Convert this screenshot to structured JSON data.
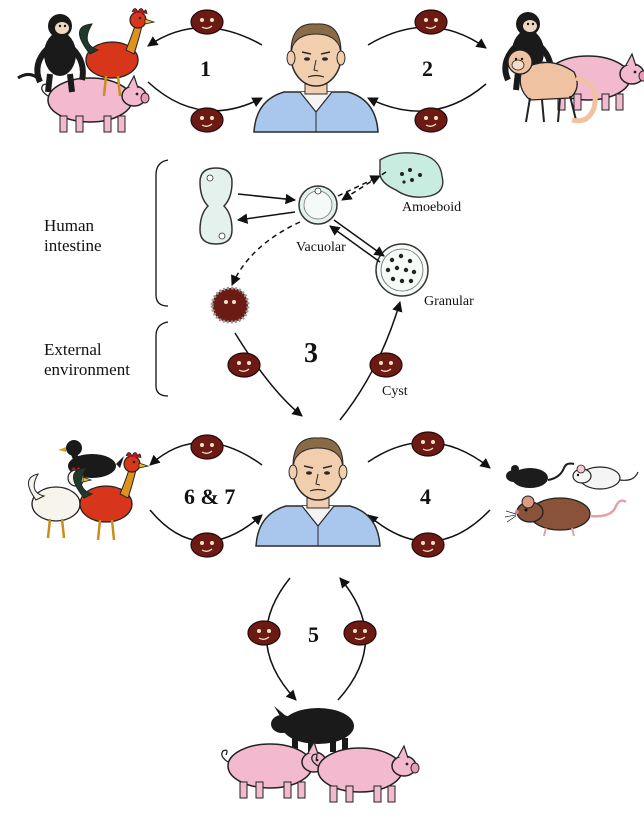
{
  "cycles": {
    "c1": "1",
    "c2": "2",
    "c3": "3",
    "c4": "4",
    "c5": "5",
    "c67": "6 & 7"
  },
  "regions": {
    "human_intestine": [
      "Human",
      "intestine"
    ],
    "external_environment": [
      "External",
      "environment"
    ]
  },
  "stages": {
    "amoeboid": "Amoeboid",
    "vacuolar": "Vacuolar",
    "granular": "Granular",
    "cyst": "Cyst"
  },
  "colors": {
    "cyst": "#6b1a14",
    "cyst_dot": "#f2e2c4",
    "vacuolar_cell": "#e4f1ec",
    "amoeboid_cell": "#c9ece0",
    "shirt": "#a9c6ec",
    "skin": "#f1cfae",
    "pig_pink": "#f3b9cf",
    "rooster_red": "#d8361a",
    "arrow": "#111111"
  },
  "icons": {
    "host_human": "human-icon",
    "host_group_1": "monkey-rooster-pig-icon",
    "host_group_2": "monkey-pig-icon",
    "host_group_4": "rats-icon",
    "host_group_67": "birds-icon",
    "host_group_5": "pigs-icon"
  }
}
